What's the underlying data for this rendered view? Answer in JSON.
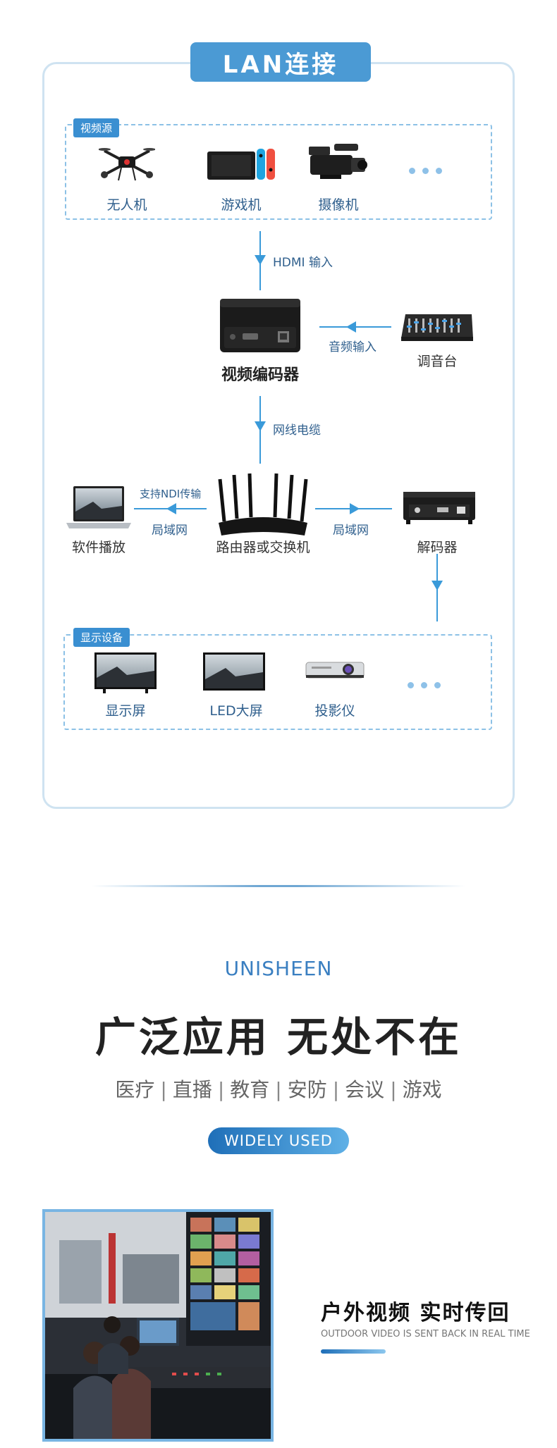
{
  "lan": {
    "title": "LAN连接",
    "sources": {
      "tag": "视频源",
      "items": [
        "无人机",
        "游戏机",
        "摄像机"
      ]
    },
    "edge_hdmi": "HDMI 输入",
    "encoder_label": "视频编码器",
    "mixer_label": "调音台",
    "edge_audio": "音频输入",
    "edge_cable": "网线电缆",
    "router_label": "路由器或交换机",
    "software_label": "软件播放",
    "edge_ndi": "支持NDI传输",
    "edge_lan_left": "局域网",
    "edge_lan_right": "局域网",
    "decoder_label": "解码器",
    "displays": {
      "tag": "显示设备",
      "items": [
        "显示屏",
        "LED大屏",
        "投影仪"
      ]
    }
  },
  "brand": "UNISHEEN",
  "headline": "广泛应用 无处不在",
  "fields": [
    "医疗",
    "直播",
    "教育",
    "安防",
    "会议",
    "游戏"
  ],
  "pill_label": "WIDELY USED",
  "case": {
    "title": "户外视频 实时传回",
    "subtitle": "OUTDOOR VIDEO IS SENT BACK IN REAL TIME"
  },
  "colors": {
    "accent": "#4b9ad4",
    "line": "#3a9ad9",
    "dashed": "#8cc1e6"
  }
}
